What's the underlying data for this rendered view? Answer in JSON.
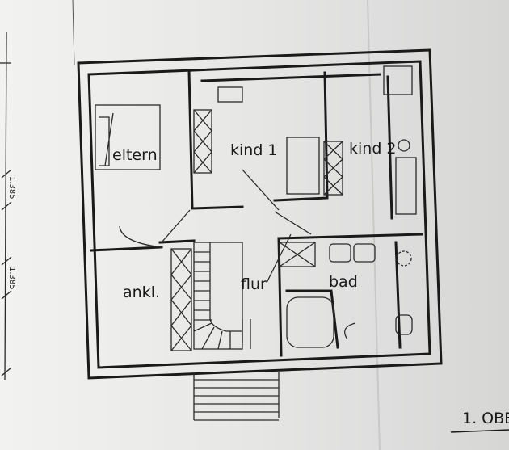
{
  "plan": {
    "rooms": {
      "eltern": "eltern",
      "kind1": "kind 1",
      "kind2": "kind 2",
      "ankl": "ankl.",
      "flur": "flur",
      "bad": "bad"
    },
    "dimensions": [
      "1.385",
      "1.385"
    ],
    "sheet_title": "1. OBE"
  }
}
